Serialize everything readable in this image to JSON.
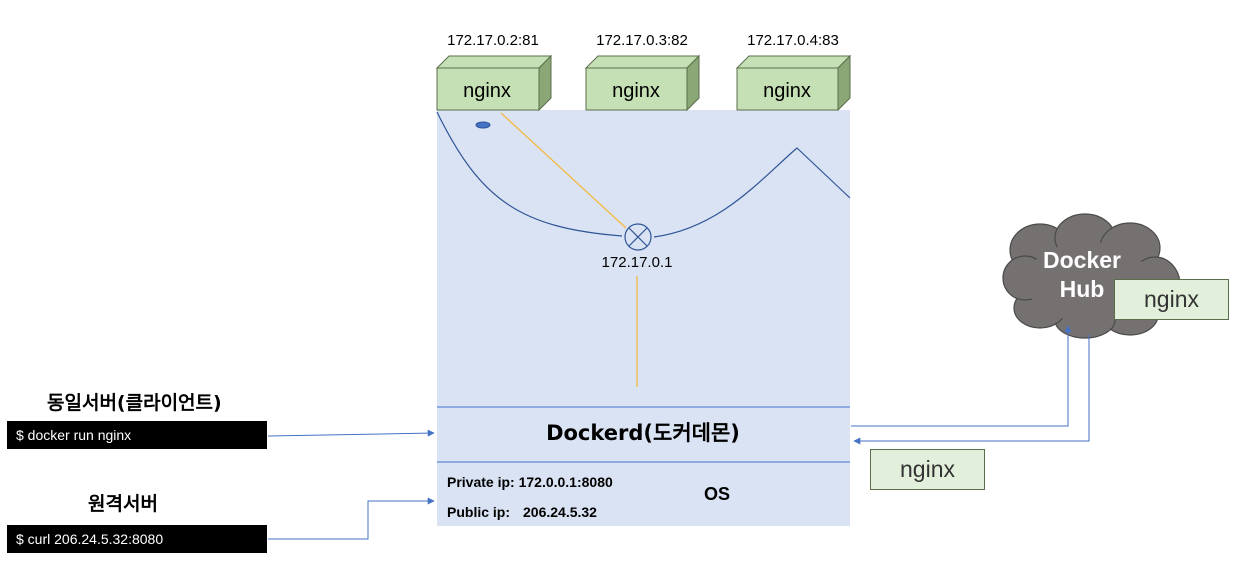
{
  "containers": [
    {
      "address": "172.17.0.2:81",
      "name": "nginx"
    },
    {
      "address": "172.17.0.3:82",
      "name": "nginx"
    },
    {
      "address": "172.17.0.4:83",
      "name": "nginx"
    }
  ],
  "bridge": {
    "address": "172.17.0.1"
  },
  "daemon": {
    "label": "Dockerd(도커데몬)"
  },
  "os": {
    "label": "OS",
    "private_ip": "Private ip: 172.0.0.1:8080",
    "public_ip_label": "Public ip:",
    "public_ip_value": "206.24.5.32"
  },
  "local_client": {
    "heading": "동일서버(클라이언트)",
    "command": "$ docker run nginx"
  },
  "remote_client": {
    "heading": "원격서버",
    "command": "$ curl 206.24.5.32:8080"
  },
  "docker_hub": {
    "line1": "Docker",
    "line2": "Hub",
    "image": "nginx"
  },
  "pulled_image": {
    "name": "nginx"
  },
  "colors": {
    "host_fill": "#dae3f3",
    "container_fill": "#c5e0b4",
    "container_side": "#8aa775",
    "link_line": "#2f5597",
    "arrow": "#4472c4",
    "veth": "#f4b942",
    "cloud": "#767171"
  }
}
